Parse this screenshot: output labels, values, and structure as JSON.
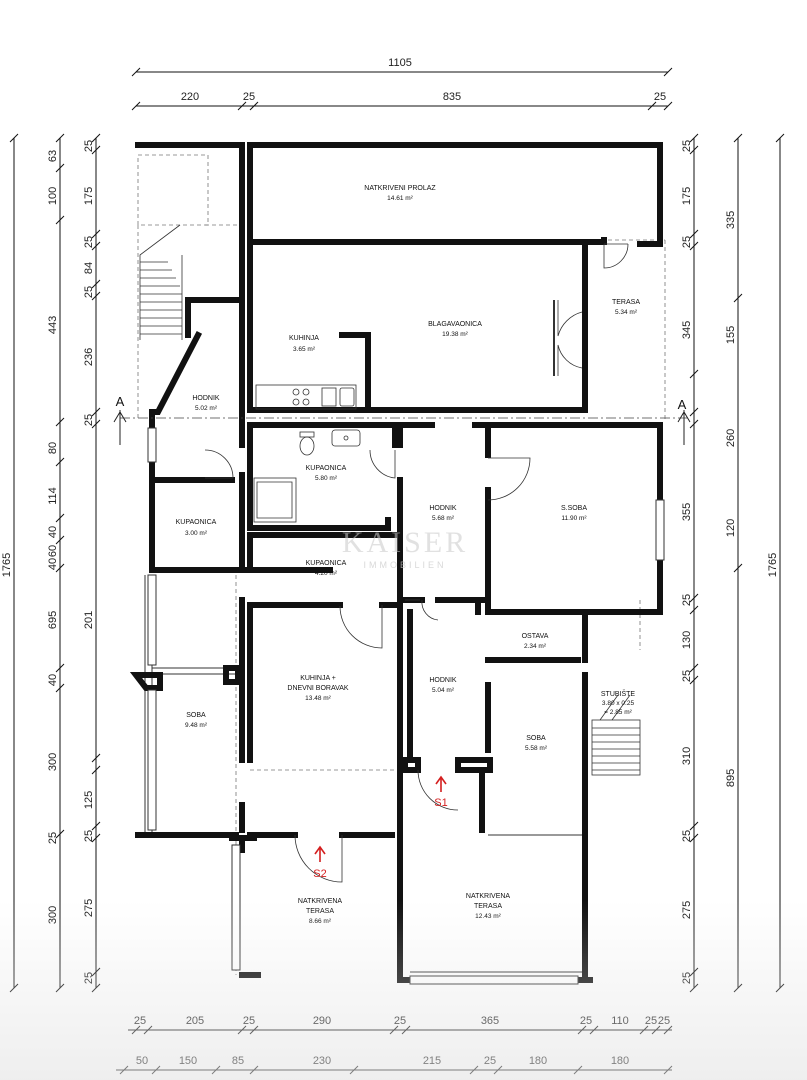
{
  "dimensions": {
    "top_total": "1105",
    "top_parts": [
      "220",
      "25",
      "835",
      "25"
    ],
    "bottom_row1": [
      "25",
      "205",
      "25",
      "290",
      "25",
      "365",
      "25",
      "110",
      "25",
      "25"
    ],
    "bottom_row2": [
      "50",
      "150",
      "85",
      "230",
      "215",
      "25",
      "180",
      "180"
    ],
    "left_total": "1765",
    "left_outer": [
      "63",
      "100",
      "443",
      "80",
      "114",
      "40",
      "60",
      "40",
      "695",
      "40",
      "300",
      "25",
      "300"
    ],
    "left_inner": [
      "25",
      "175",
      "25",
      "84",
      "25",
      "236",
      "25",
      "201",
      "125",
      "25",
      "275",
      "25"
    ],
    "right_total": "1765",
    "right_outer": [
      "335",
      "260",
      "895"
    ],
    "right_inner": [
      "25",
      "175",
      "25",
      "345",
      "155",
      "355",
      "120",
      "25",
      "130",
      "25",
      "310",
      "25",
      "275",
      "25"
    ]
  },
  "rooms": [
    {
      "name": "NATKRIVENI PROLAZ",
      "area": "14.61 m²"
    },
    {
      "name": "BLAGAVAONICA",
      "area": "19.38 m²"
    },
    {
      "name": "TERASA",
      "area": "5.34 m²"
    },
    {
      "name": "KUHINJA",
      "area": "3.65 m²"
    },
    {
      "name": "HODNIK",
      "area": "5.02 m²"
    },
    {
      "name": "KUPAONICA",
      "area": "5.80 m²"
    },
    {
      "name": "KUPAONICA",
      "area": "3.00 m²"
    },
    {
      "name": "HODNIK",
      "area": "5.68 m²"
    },
    {
      "name": "S.SOBA",
      "area": "11.90 m²"
    },
    {
      "name": "KUPAONICA",
      "area": "4.20 m²"
    },
    {
      "name": "OSTAVA",
      "area": "2.34 m²"
    },
    {
      "name": "KUHINJA +",
      "name2": "DNEVNI BORAVAK",
      "area": "13.48 m²"
    },
    {
      "name": "HODNIK",
      "area": "5.04 m²"
    },
    {
      "name": "STUBIŠTE",
      "name2": "3.80 x 0.25",
      "area": "= 2.85 m²"
    },
    {
      "name": "SOBA",
      "area": "9.48 m²"
    },
    {
      "name": "SOBA",
      "area": "5.58 m²"
    },
    {
      "name": "NATKRIVENA",
      "name2": "TERASA",
      "area": "8.66 m²"
    },
    {
      "name": "NATKRIVENA",
      "name2": "TERASA",
      "area": "12.43 m²"
    }
  ],
  "section": {
    "left": "A",
    "right": "A"
  },
  "entrances": {
    "s1": "S1",
    "s2": "S2"
  },
  "watermark": {
    "main": "KAISER",
    "sub": "IMMOBILIEN"
  },
  "colors": {
    "walls": "#111111",
    "entrance": "#d41f1f",
    "watermark": "#c9c9c9"
  }
}
